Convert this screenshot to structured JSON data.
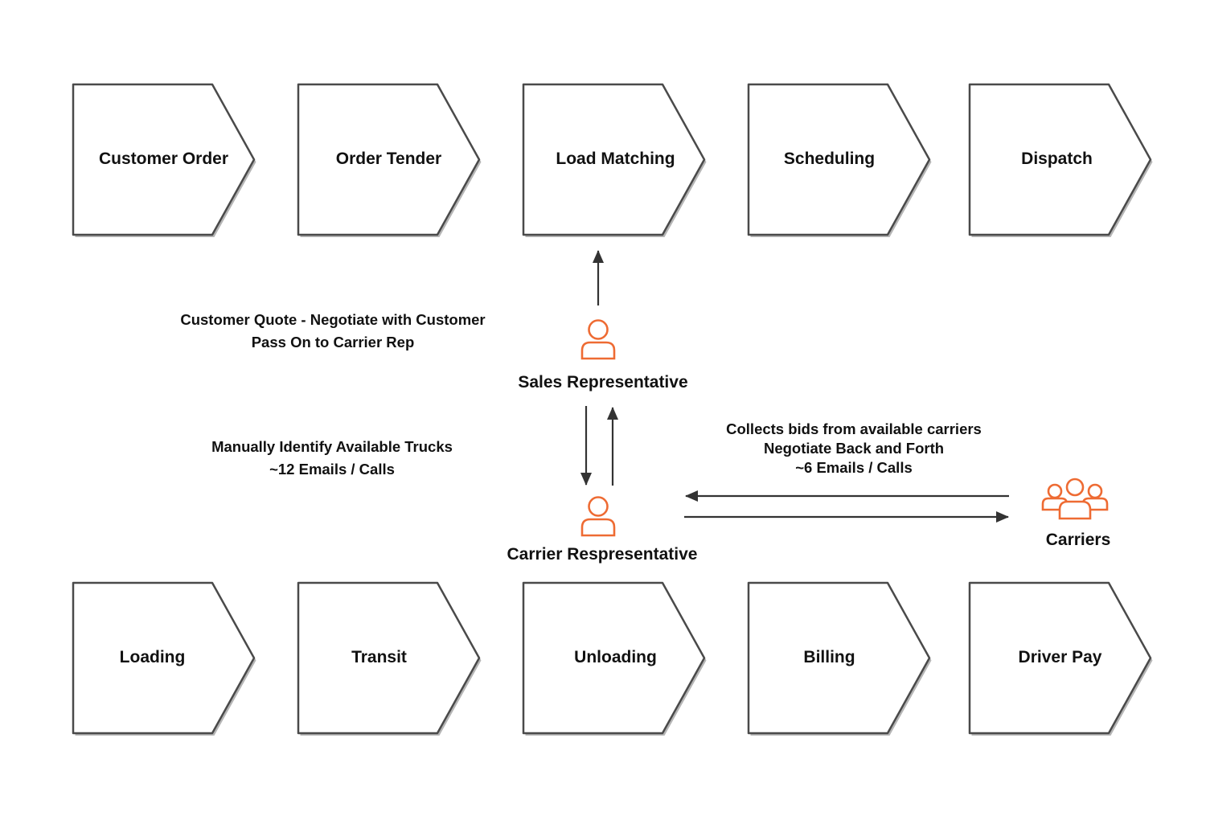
{
  "colors": {
    "stroke": "#4a4a4a",
    "shadow": "#b5b5b5",
    "accent": "#ee6b33",
    "arrow": "#333333"
  },
  "top_row": [
    "Customer Order",
    "Order Tender",
    "Load Matching",
    "Scheduling",
    "Dispatch"
  ],
  "bottom_row": [
    "Loading",
    "Transit",
    "Unloading",
    "Billing",
    "Driver Pay"
  ],
  "sales": {
    "name": "Sales Representative",
    "note_line1": "Customer Quote - Negotiate with Customer",
    "note_line2": "Pass On to Carrier Rep",
    "icon": "person-icon"
  },
  "carrier_rep": {
    "name": "Carrier Respresentative",
    "note_line1": "Manually Identify Available Trucks",
    "note_count": "~12",
    "note_suffix": " Emails / Calls",
    "icon": "person-icon"
  },
  "carriers": {
    "name": "Carriers",
    "note_line1": "Collects bids from available carriers",
    "note_line2": "Negotiate Back and Forth",
    "note_count": "~6",
    "note_suffix": " Emails / Calls",
    "icon": "group-icon"
  }
}
